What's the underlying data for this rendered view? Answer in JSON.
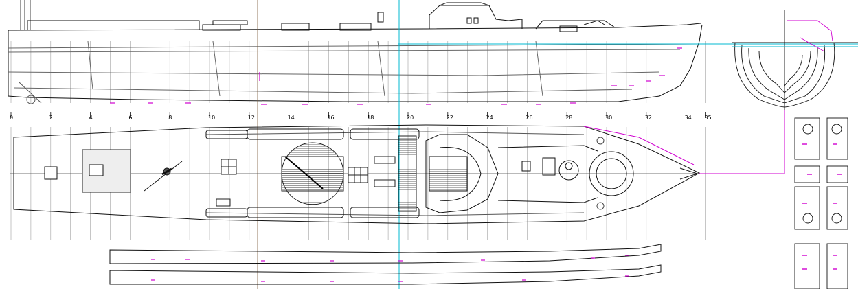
{
  "frame_numbers": [
    "0",
    "2",
    "4",
    "6",
    "8",
    "10",
    "12",
    "14",
    "16",
    "18",
    "20",
    "22",
    "24",
    "26",
    "28",
    "30",
    "32",
    "34",
    "35"
  ],
  "colors": {
    "line": "#111111",
    "grid": "#9a9a9a",
    "accent_magenta": "#d000d0",
    "cyan_guide": "#00b8d0",
    "brown_guide": "#7a5a3a"
  },
  "icons": {
    "gun_mount": "gun-icon",
    "turret_ring": "turret-icon",
    "hatch": "hatch-icon"
  }
}
